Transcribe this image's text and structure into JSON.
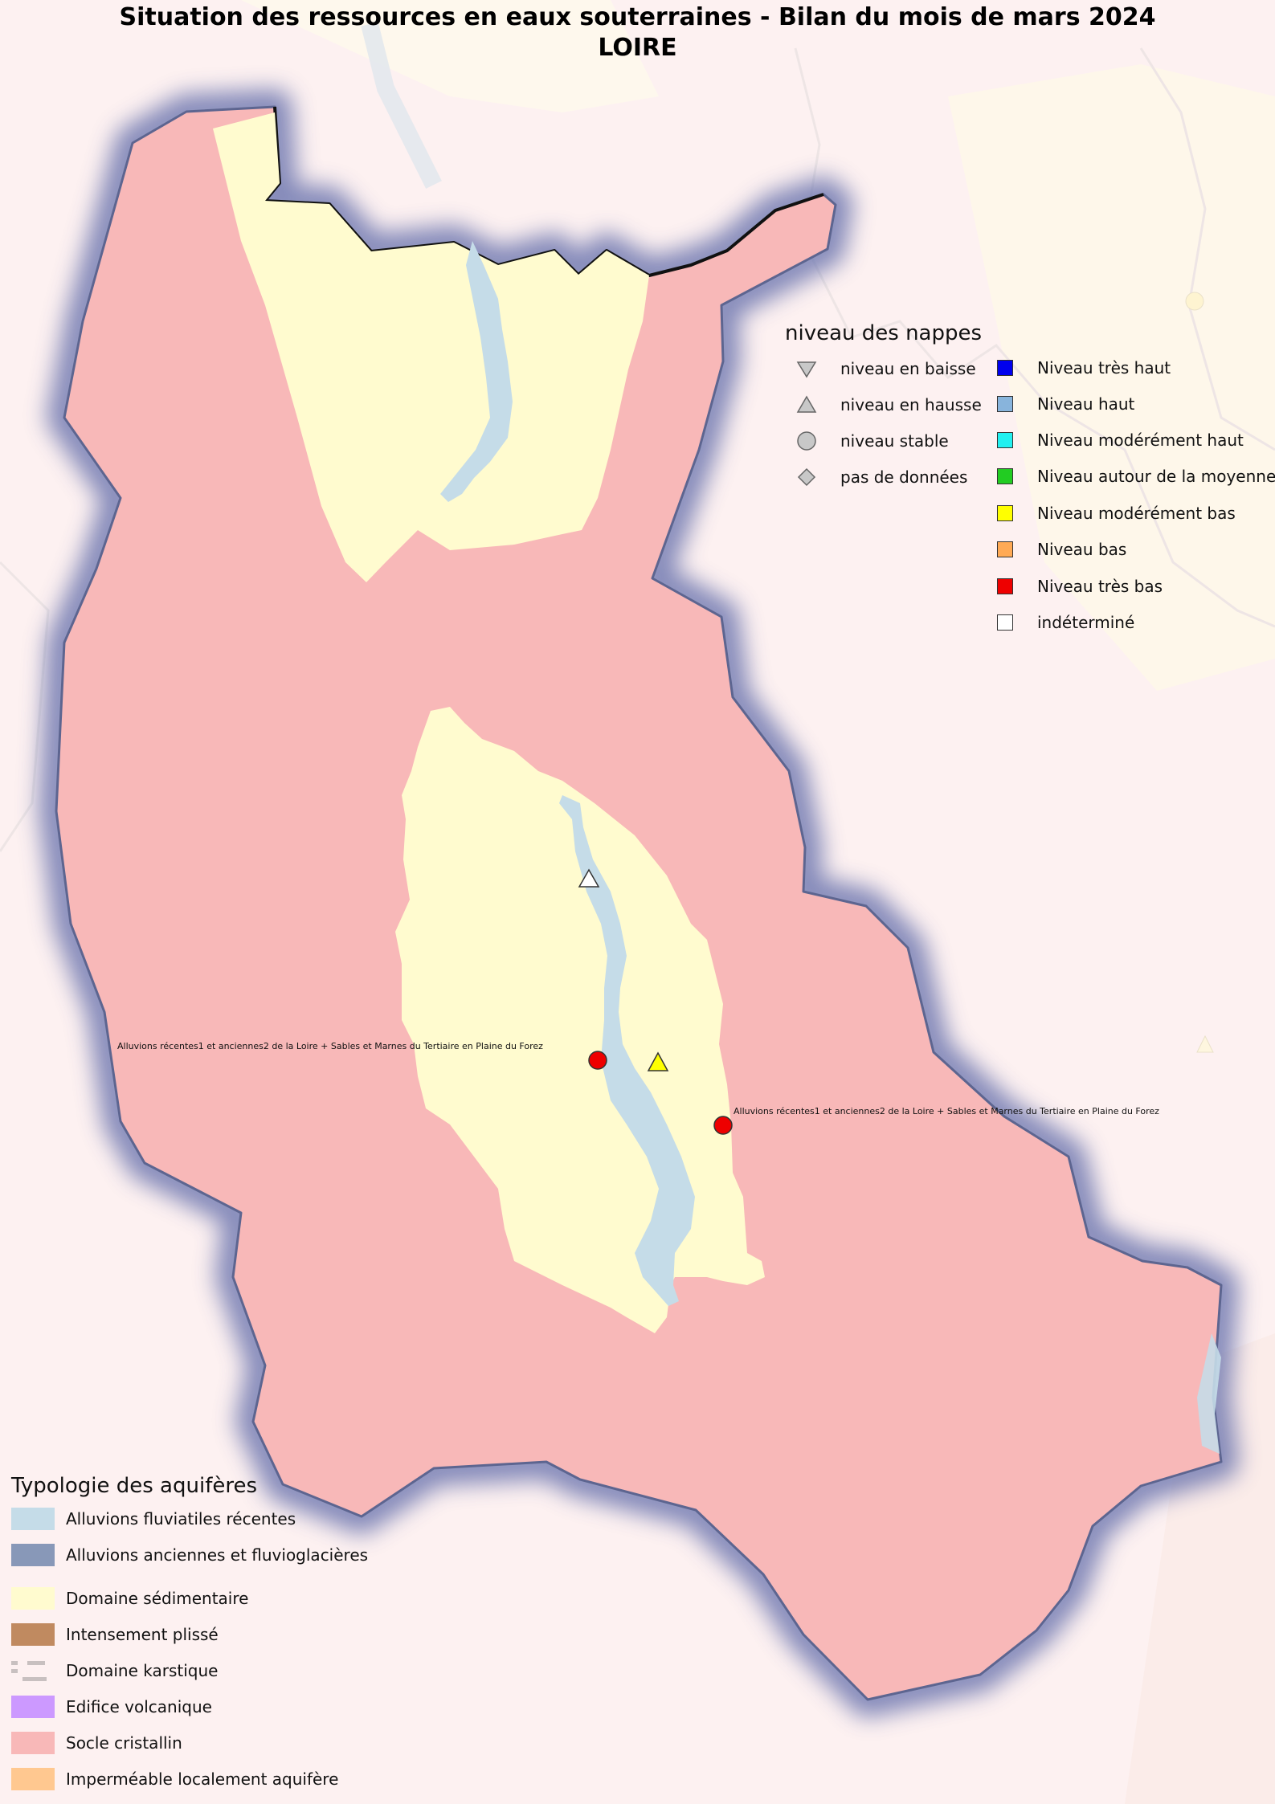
{
  "title": {
    "line1": "Situation des ressources en eaux souterraines - Bilan du mois de mars 2024",
    "line2": "LOIRE"
  },
  "legend_nappes": {
    "heading": "niveau des nappes",
    "trend_items": [
      {
        "label": "niveau en baisse",
        "icon": "triangle-down-icon"
      },
      {
        "label": "niveau en hausse",
        "icon": "triangle-up-icon"
      },
      {
        "label": "niveau stable",
        "icon": "circle-icon"
      },
      {
        "label": "pas de données",
        "icon": "diamond-icon"
      }
    ],
    "level_items": [
      {
        "label": "Niveau très haut",
        "color": "#0000ee"
      },
      {
        "label": "Niveau haut",
        "color": "#88b4dc"
      },
      {
        "label": "Niveau modérément haut",
        "color": "#22f0f0"
      },
      {
        "label": "Niveau autour de la moyenne",
        "color": "#22cc22"
      },
      {
        "label": "Niveau modérément bas",
        "color": "#ffff00"
      },
      {
        "label": "Niveau bas",
        "color": "#ffaa55"
      },
      {
        "label": "Niveau très bas",
        "color": "#ee0000"
      },
      {
        "label": "indéterminé",
        "color": "#ffffff"
      }
    ]
  },
  "legend_aquiferes": {
    "heading": "Typologie des aquifères",
    "items": [
      {
        "label": "Alluvions fluviatiles récentes",
        "color": "#c5dce8"
      },
      {
        "label": "Alluvions anciennes et fluvioglacières",
        "color": "#8898b8"
      },
      {
        "label": "Domaine sédimentaire",
        "color": "#fffbcf"
      },
      {
        "label": "Intensement plissé",
        "color": "#c08a60"
      },
      {
        "label": "Domaine karstique",
        "color": "#c8c0c0",
        "pattern": "dashed"
      },
      {
        "label": "Edifice volcanique",
        "color": "#cc99ff"
      },
      {
        "label": "Socle cristallin",
        "color": "#f8b8b8"
      },
      {
        "label": "Imperméable localement aquifère",
        "color": "#ffc890"
      }
    ]
  },
  "stations": [
    {
      "symbol": "triangle-up",
      "level_color": "#ffffff",
      "label": ""
    },
    {
      "symbol": "circle",
      "level_color": "#ee0000",
      "label": "Alluvions récentes1 et anciennes2 de la Loire + Sables et Marnes du Tertiaire en Plaine du Forez"
    },
    {
      "symbol": "triangle-up",
      "level_color": "#ffff00",
      "label": ""
    },
    {
      "symbol": "circle",
      "level_color": "#ee0000",
      "label": "Alluvions récentes1 et anciennes2 de la Loire + Sables et Marnes du Tertiaire en Plaine du Forez"
    }
  ],
  "colors": {
    "socle": "#f8b8b8",
    "sedimentaire": "#fffbcf",
    "alluvions": "#c5dce8",
    "halo": "#7b85b8"
  }
}
